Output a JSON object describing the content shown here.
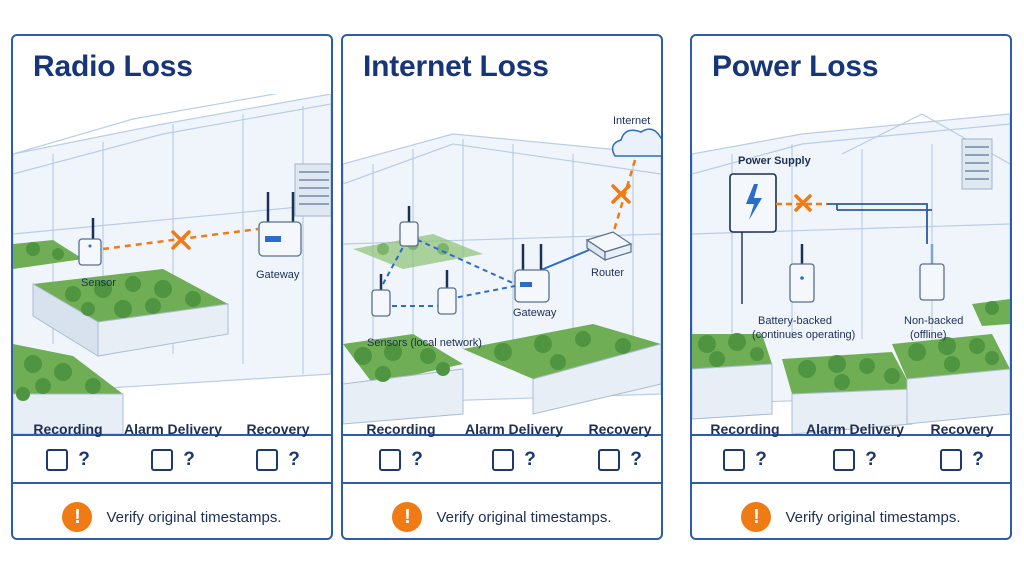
{
  "panels": [
    {
      "title": "Radio Loss",
      "labels": {
        "sensor": "Sensor",
        "gateway": "Gateway"
      },
      "status": [
        "Recording",
        "Alarm Delivery",
        "Recovery"
      ],
      "mark": "?",
      "note": "Verify original timestamps.",
      "note_icon": "!"
    },
    {
      "title": "Internet Loss",
      "labels": {
        "internet": "Internet",
        "router": "Router",
        "gateway": "Gateway",
        "sensors": "Sensors (local network)"
      },
      "status": [
        "Recording",
        "Alarm Delivery",
        "Recovery"
      ],
      "mark": "?",
      "note": "Verify original timestamps.",
      "note_icon": "!"
    },
    {
      "title": "Power Loss",
      "labels": {
        "power": "Power Supply",
        "battery1": "Battery-backed",
        "battery2": "(continues operating)",
        "nonbacked1": "Non-backed",
        "nonbacked2": "(offline)"
      },
      "status": [
        "Recording",
        "Alarm Delivery",
        "Recovery"
      ],
      "mark": "?",
      "note": "Verify original timestamps.",
      "note_icon": "!"
    }
  ],
  "colors": {
    "frame": "#2a5ea8",
    "title": "#17367a",
    "warning": "#f07a14",
    "link_broken": "#f07a14",
    "link_local": "#2b6cc9"
  }
}
